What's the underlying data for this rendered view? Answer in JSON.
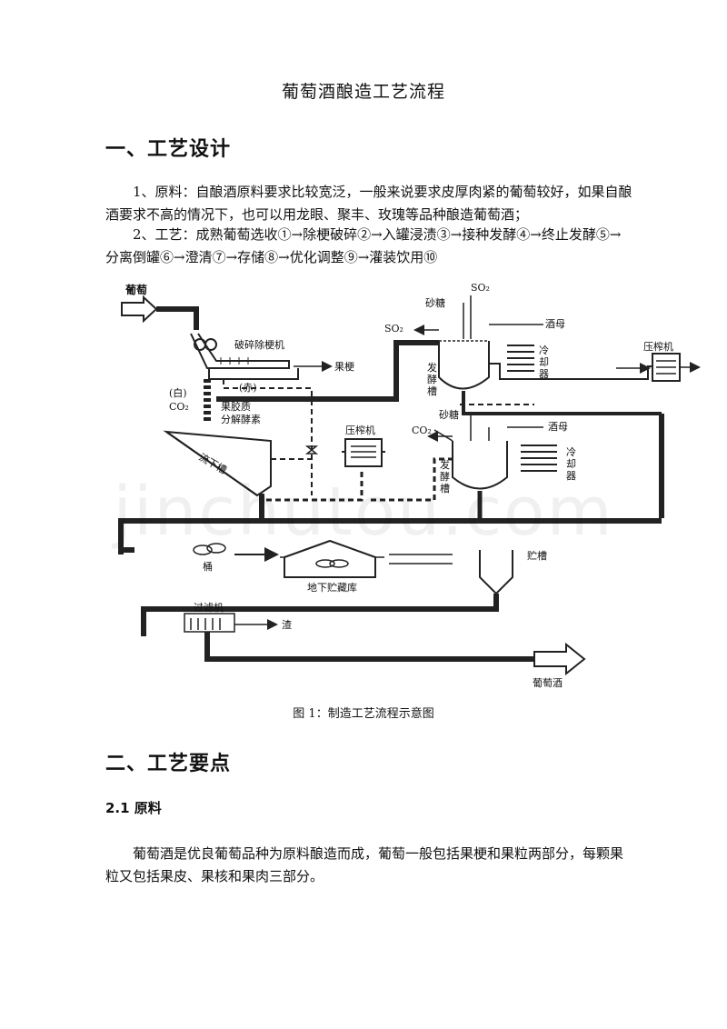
{
  "title": "葡萄酒酿造工艺流程",
  "section1": {
    "heading": "一、工艺设计",
    "p1": "1、原料：自酿酒原料要求比较宽泛，一般来说要求皮厚肉紧的葡萄较好，如果自酿酒要求不高的情况下，也可以用龙眼、聚丰、玫瑰等品种酿造葡萄酒；",
    "p2": "2、工艺：成熟葡萄选收①→除梗破碎②→入罐浸渍③→接种发酵④→终止发酵⑤→分离倒罐⑥→澄清⑦→存储⑧→优化调整⑨→灌装饮用⑩"
  },
  "diagram": {
    "labels": {
      "grape_in": "葡萄",
      "crusher": "破碎除梗机",
      "stems": "果梗",
      "red": "(赤)",
      "white": "(白)",
      "co2_a": "CO₂",
      "pectinase": "果胶质",
      "pectinase2": "分解酵素",
      "tank_under": "流下槽",
      "press1": "压榨机",
      "so2_top": "SO₂",
      "sugar_top": "砂糖",
      "so2_left": "SO₂",
      "yeast_top": "酒母",
      "ferment1": "发",
      "ferment1b": "酵",
      "ferment1c": "槽",
      "cooler1": "冷",
      "cooler1b": "却",
      "cooler1c": "器",
      "press2": "压榨机",
      "sugar2": "砂糖",
      "co2_b": "CO₂",
      "yeast2": "酒母",
      "ferment2": "发",
      "ferment2b": "酵",
      "ferment2c": "槽",
      "cooler2": "冷",
      "cooler2b": "却",
      "cooler2c": "器",
      "barrel": "桶",
      "cellar": "地下贮藏库",
      "storage_tank": "贮槽",
      "filter": "过滤机",
      "residue": "渣",
      "wine_out": "葡萄酒"
    }
  },
  "watermark": "jinchutou.com",
  "caption": "图 1：制造工艺流程示意图",
  "section2": {
    "heading": "二、工艺要点",
    "sub": "2.1 原料",
    "p1": "葡萄酒是优良葡萄品种为原料酿造而成，葡萄一般包括果梗和果粒两部分，每颗果粒又包括果皮、果核和果肉三部分。"
  }
}
